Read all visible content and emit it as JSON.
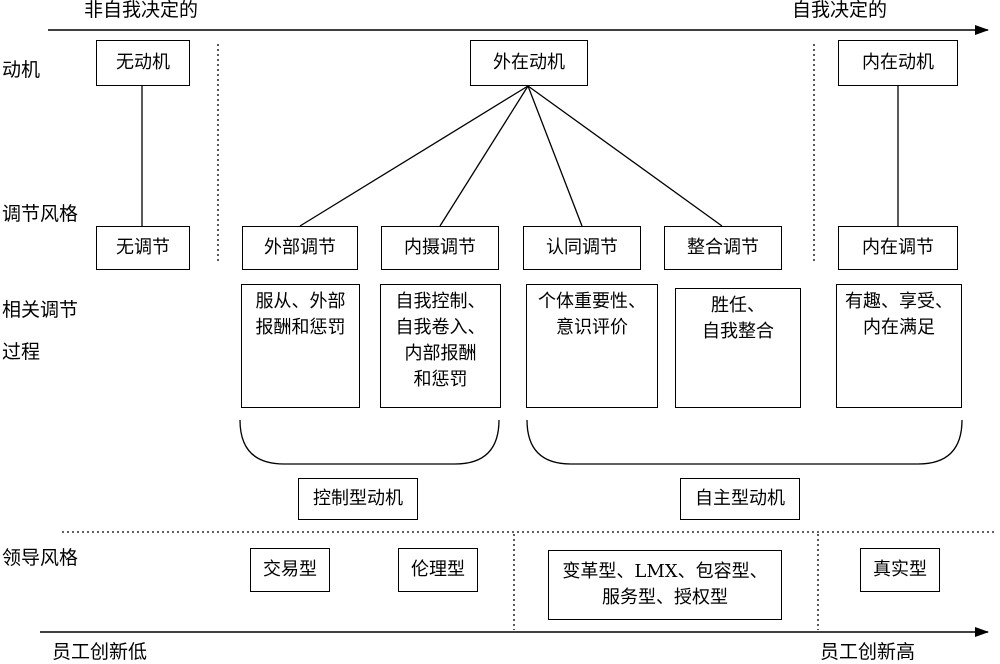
{
  "arrows": {
    "top_left": "非自我决定的",
    "top_right": "自我决定的",
    "bottom_left": "员工创新低",
    "bottom_right": "员工创新高"
  },
  "rows": {
    "motivation": "动机",
    "regulation_style": "调节风格",
    "process_line1": "相关调节",
    "process_line2": "过程",
    "leadership": "领导风格"
  },
  "motivation": {
    "amotivation": "无动机",
    "extrinsic": "外在动机",
    "intrinsic": "内在动机"
  },
  "regulation": {
    "none": "无调节",
    "external": "外部调节",
    "introjected": "内摄调节",
    "identified": "认同调节",
    "integrated": "整合调节",
    "intrinsic": "内在调节"
  },
  "processes": {
    "external": "服从、外部\n报酬和惩罚",
    "introjected": "自我控制、\n自我卷入、\n内部报酬\n和惩罚",
    "identified": "个体重要性、\n意识评价",
    "integrated": "胜任、\n自我整合",
    "intrinsic": "有趣、享受、\n内在满足"
  },
  "groups": {
    "controlled": "控制型动机",
    "autonomous": "自主型动机"
  },
  "leadership": {
    "transactional": "交易型",
    "ethical": "伦理型",
    "group3": "变革型、LMX、包容型、\n服务型、授权型",
    "authentic": "真实型"
  }
}
